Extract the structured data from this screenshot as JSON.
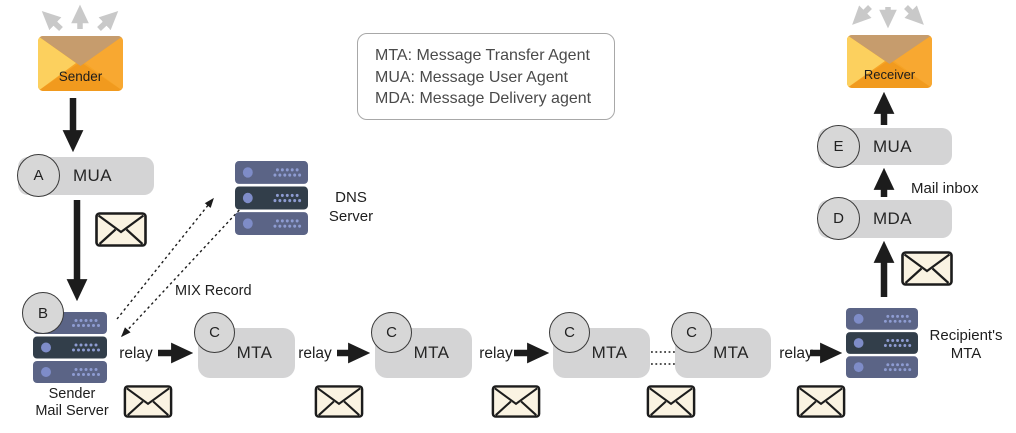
{
  "legend": {
    "lines": [
      "MTA: Message Transfer Agent",
      "MUA: Message User Agent",
      "MDA: Message Delivery agent"
    ]
  },
  "nodes": {
    "sender": {
      "label": "Sender"
    },
    "receiver": {
      "label": "Receiver"
    },
    "mua_a": {
      "badge": "A",
      "label": "MUA"
    },
    "sender_mail_server": {
      "badge": "B",
      "label_lines": [
        "Sender",
        "Mail Server"
      ]
    },
    "dns_server": {
      "label_lines": [
        "DNS",
        "Server"
      ]
    },
    "mta_chain": [
      {
        "badge": "C",
        "label": "MTA"
      },
      {
        "badge": "C",
        "label": "MTA"
      },
      {
        "badge": "C",
        "label": "MTA"
      },
      {
        "badge": "C",
        "label": "MTA"
      }
    ],
    "recipient_mta": {
      "label_lines": [
        "Recipient's",
        "MTA"
      ]
    },
    "mda_d": {
      "badge": "D",
      "label": "MDA"
    },
    "mua_e": {
      "badge": "E",
      "label": "MUA"
    }
  },
  "labels": {
    "relay": "relay",
    "mix_record": "MIX Record",
    "mail_inbox": "Mail inbox"
  },
  "colors": {
    "box_gray": "#d4d4d5",
    "badge_fill": "#d7d7d7",
    "arrow_black": "#1c1c1c",
    "arrow_gray": "#c9c9c9",
    "server_row": "#5b6486",
    "server_row_dark": "#323e4a",
    "server_accent": "#7e8cc8",
    "envelope_cream": "#faf3e2",
    "envelope_flap": "#c69c6d",
    "envelope_left": "#fcd05e",
    "envelope_right": "#f8a831",
    "envelope_bottom": "#f19a1e"
  }
}
